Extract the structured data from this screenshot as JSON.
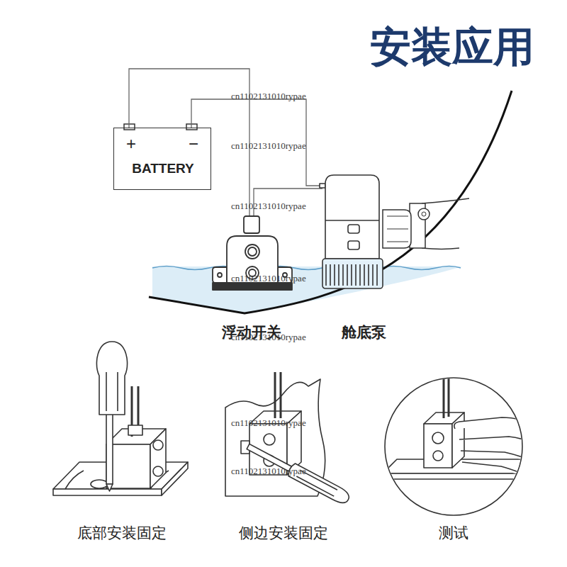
{
  "diagram": {
    "title": "安装应用",
    "nodes": [
      {
        "text": [
          "+",
          "−",
          "BATTERY"
        ]
      },
      {
        "text": [
          "浮动开关"
        ]
      },
      {
        "text": [
          "舱底泵"
        ]
      }
    ],
    "edges": [
      {
        "from": 0,
        "to": 1,
        "arrow": "none"
      },
      {
        "from": 0,
        "to": 2,
        "arrow": "none"
      },
      {
        "from": 1,
        "to": 2,
        "arrow": "none"
      }
    ],
    "labels": [
      "cn1102131010rypae",
      "cn1102131010rypae",
      "cn1102131010rypae",
      "cn1102131010rypae",
      "cn1102131010rypae",
      "cn1102131010rypae",
      "cn1102131010rypae",
      "底部安装固定",
      "侧边安装固定",
      "测试"
    ]
  }
}
